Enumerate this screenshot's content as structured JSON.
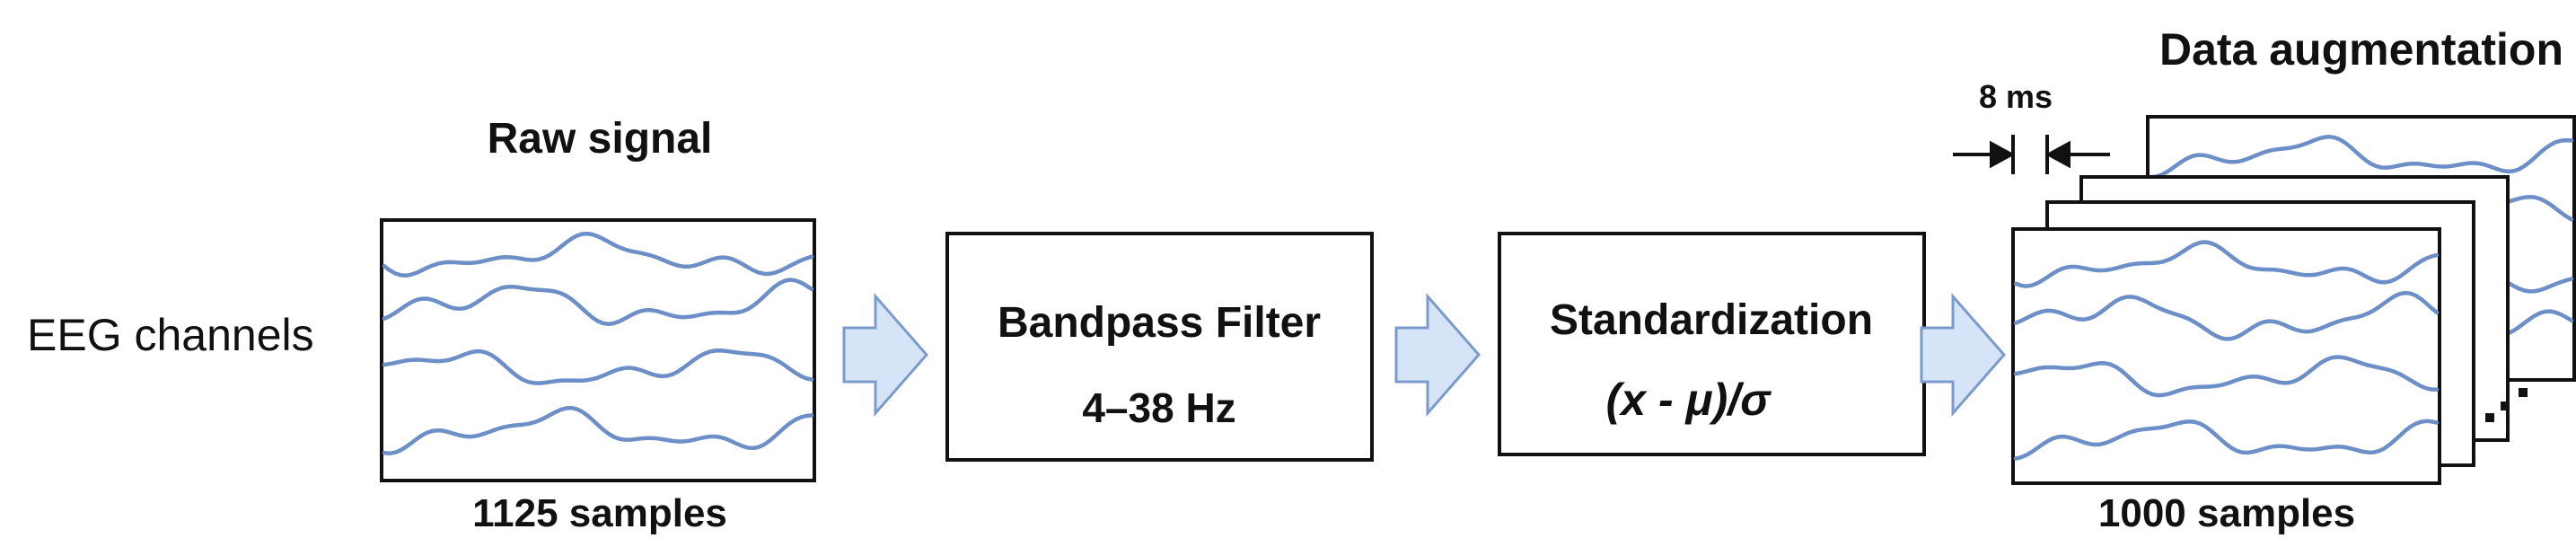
{
  "input_label": "EEG channels",
  "raw": {
    "title": "Raw signal",
    "samples": "1125 samples"
  },
  "filter": {
    "name": "Bandpass Filter",
    "range": "4–38 Hz"
  },
  "standardization": {
    "name": "Standardization",
    "formula": "(x - μ)/σ"
  },
  "augmentation": {
    "title": "Data augmentation",
    "shift": "8 ms",
    "samples": "1000 samples"
  },
  "colors": {
    "signal": "#6d8fc7",
    "arrow_fill": "#d6e4f7",
    "arrow_stroke": "#7b9bcc",
    "box_stroke": "#111111"
  }
}
